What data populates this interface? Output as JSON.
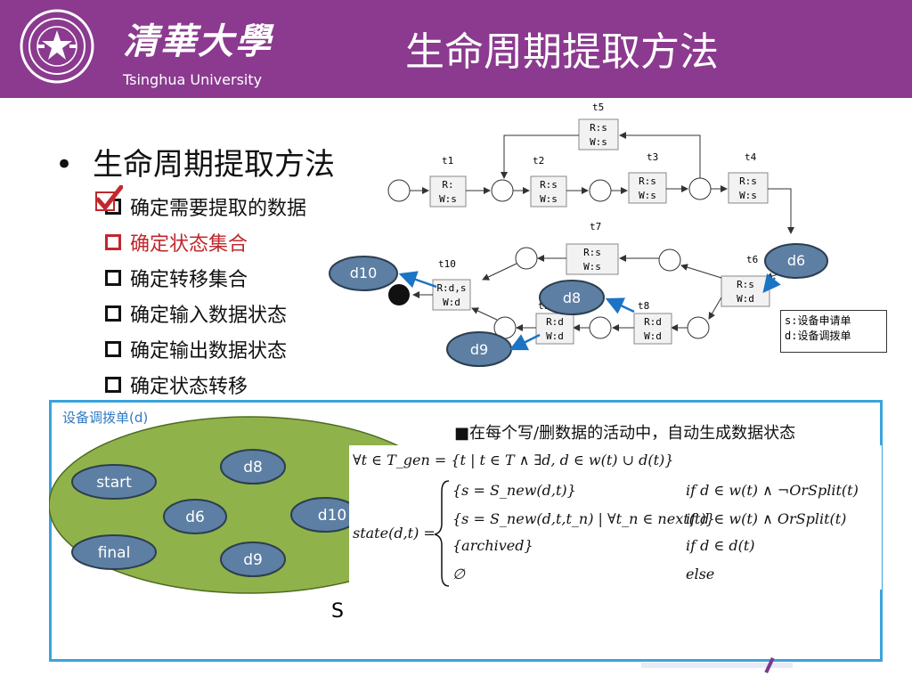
{
  "header": {
    "logo_cn": "清華大學",
    "logo_en": "Tsinghua University",
    "title": "生命周期提取方法",
    "color": "#8b3a8f"
  },
  "main_bullet": {
    "dot": "•",
    "text": "生命周期提取方法"
  },
  "sub_items": [
    {
      "label": "确定需要提取的数据",
      "checked": true,
      "active": false
    },
    {
      "label": "确定状态集合",
      "active": true
    },
    {
      "label": "确定转移集合",
      "active": false
    },
    {
      "label": "确定输入数据状态",
      "active": false
    },
    {
      "label": "确定输出数据状态",
      "active": false
    },
    {
      "label": "确定状态转移",
      "active": false
    }
  ],
  "petri_net": {
    "transitions": [
      {
        "id": "t1",
        "label": "t1",
        "text": [
          "R:",
          "W:s"
        ]
      },
      {
        "id": "t2",
        "label": "t2",
        "text": [
          "R:s",
          "W:s"
        ]
      },
      {
        "id": "t3",
        "label": "t3",
        "text": [
          "R:s",
          "W:s"
        ]
      },
      {
        "id": "t4",
        "label": "t4",
        "text": [
          "R:s",
          "W:s"
        ]
      },
      {
        "id": "t5",
        "label": "t5",
        "text": [
          "R:s",
          "W:s"
        ]
      },
      {
        "id": "t6",
        "label": "t6",
        "text": [
          "R:s",
          "W:d"
        ]
      },
      {
        "id": "t7",
        "label": "t7",
        "text": [
          "R:s",
          "W:s"
        ]
      },
      {
        "id": "t8",
        "label": "t8",
        "text": [
          "R:d",
          "W:d"
        ]
      },
      {
        "id": "t9",
        "label": "t9",
        "text": [
          "R:d",
          "W:d"
        ]
      },
      {
        "id": "t10",
        "label": "t10",
        "text": [
          "R:d,s",
          "W:d"
        ]
      }
    ],
    "state_badges": {
      "d6": "d6",
      "d8": "d8",
      "d9": "d9",
      "d10": "d10"
    }
  },
  "legend": {
    "line1": "s:设备申请单",
    "line2": "d:设备调拨单"
  },
  "panel": {
    "label": "设备调拨单(d)",
    "note": "■在每个写/删数据的活动中，自动生成数据状态",
    "s_label": "S",
    "states": {
      "start": "start",
      "final": "final",
      "d6": "d6",
      "d8": "d8",
      "d9": "d9",
      "d10": "d10"
    }
  },
  "formula": {
    "t_gen": "∀t ∈ T_gen = {t | t ∈ T ∧ ∃d, d ∈ w(t) ∪ d(t)}",
    "state_lhs": "state(d,t) =",
    "cases": [
      {
        "expr": "{s = S_new(d,t)}",
        "cond": "if  d ∈ w(t) ∧ ¬OrSplit(t)"
      },
      {
        "expr": "{s = S_new(d,t,t_n) | ∀t_n ∈ next(t)}",
        "cond": "if  d ∈ w(t) ∧ OrSplit(t)"
      },
      {
        "expr": "{archived}",
        "cond": "if  d ∈ d(t)"
      },
      {
        "expr": "∅",
        "cond": "else"
      }
    ]
  },
  "colors": {
    "badge_fill": "#5d7fa3",
    "ellipse_fill": "#8fb34a",
    "panel_border": "#3aa3dc",
    "arrow_blue": "#1b74c4",
    "active_red": "#c0282d"
  }
}
